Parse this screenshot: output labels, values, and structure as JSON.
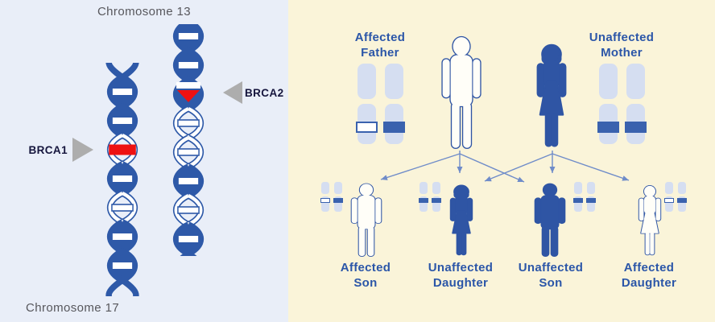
{
  "left_panel": {
    "chromosome_top_label": "Chromosome 13",
    "chromosome_bottom_label": "Chromosome 17",
    "gene1": {
      "label": "BRCA1",
      "marker": "red-band",
      "on_chromosome": "Chromosome 17"
    },
    "gene2": {
      "label": "BRCA2",
      "marker": "red-triangle",
      "on_chromosome": "Chromosome 13"
    }
  },
  "pedigree": {
    "father": {
      "line1": "Affected",
      "line2": "Father",
      "figure": "outlined-male",
      "chromosome_bands": [
        "outlined-white",
        "solid-blue"
      ]
    },
    "mother": {
      "line1": "Unaffected",
      "line2": "Mother",
      "figure": "solid-female",
      "chromosome_bands": [
        "solid-blue",
        "solid-blue"
      ]
    },
    "children": [
      {
        "line1": "Affected",
        "line2": "Son",
        "figure": "outlined-male",
        "chromosome_bands": [
          "outlined-white",
          "solid-blue"
        ]
      },
      {
        "line1": "Unaffected",
        "line2": "Daughter",
        "figure": "solid-female",
        "chromosome_bands": [
          "solid-blue",
          "solid-blue"
        ]
      },
      {
        "line1": "Unaffected",
        "line2": "Son",
        "figure": "solid-male",
        "chromosome_bands": [
          "solid-blue",
          "solid-blue"
        ]
      },
      {
        "line1": "Affected",
        "line2": "Daughter",
        "figure": "outlined-female",
        "chromosome_bands": [
          "outlined-white",
          "solid-blue"
        ]
      }
    ]
  },
  "colors": {
    "panel_left_bg": "#e9eef8",
    "panel_right_bg": "#faf4d9",
    "helix_blue": "#2e59a8",
    "mutation_red": "#ee1111",
    "figure_blue": "#2f55a4",
    "figure_fill_light": "#fffef8",
    "chromosome_light": "#d5def1",
    "band_blue": "#3a62ae",
    "label_blue": "#2b56a8",
    "chromosome_text": "#57575c",
    "gene_text": "#15153d",
    "arrow_grey": "#adadad",
    "line_blue": "#6f8cc9"
  }
}
